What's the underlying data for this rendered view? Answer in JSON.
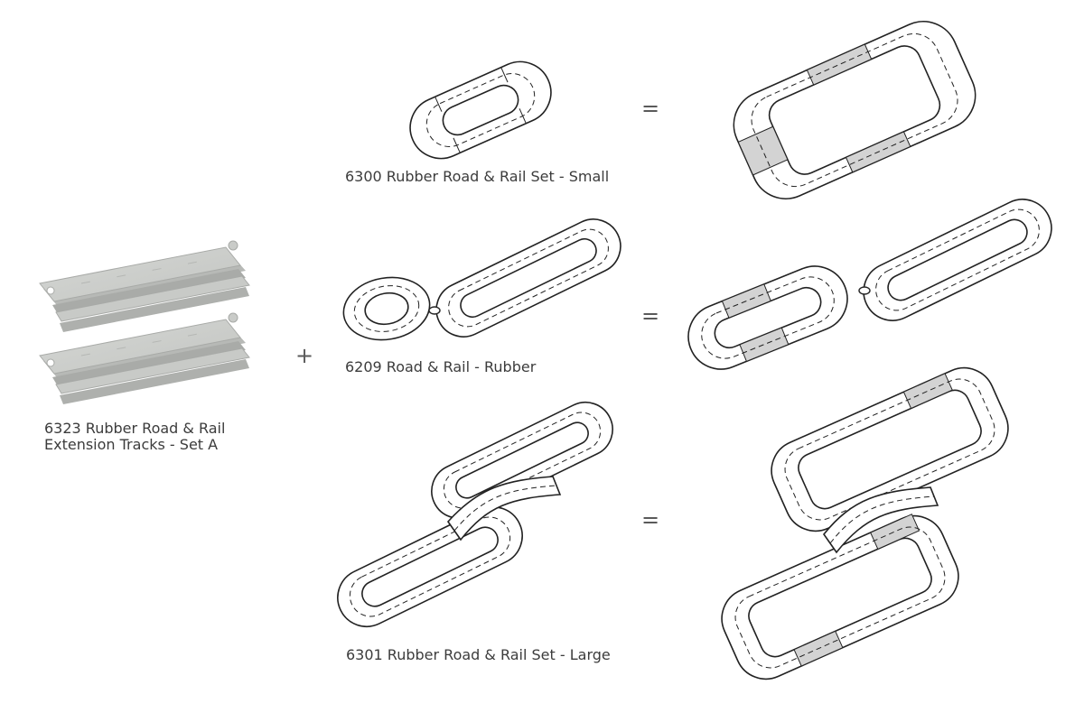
{
  "extension": {
    "line1": "6323 Rubber Road & Rail",
    "line2": "Extension Tracks - Set A"
  },
  "sets": [
    {
      "label": "6300 Rubber Road & Rail Set - Small"
    },
    {
      "label": "6209 Road & Rail - Rubber"
    },
    {
      "label": "6301 Rubber Road & Rail Set - Large"
    }
  ],
  "operators": {
    "plus": "+",
    "equals": "="
  },
  "colors": {
    "track_fill": "#ffffff",
    "track_outline": "#222222",
    "extension_highlight": "#d3d3d3",
    "extension_piece": "#c9cbc8"
  }
}
